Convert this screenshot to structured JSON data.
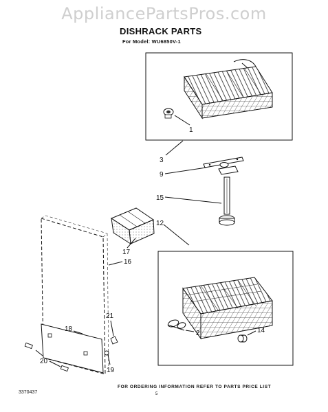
{
  "watermark": "AppliancePartsPros.com",
  "title": "DISHRACK PARTS",
  "subtitle": "For Model: WU6850V-1",
  "callouts": {
    "c1": "1",
    "c2": "2",
    "c3": "3",
    "c9": "9",
    "c12": "12",
    "c14": "14",
    "c15": "15",
    "c16": "16",
    "c17": "17",
    "c18": "18",
    "c19": "19",
    "c20": "20",
    "c21": "21"
  },
  "footer": {
    "code": "3370437",
    "note": "FOR ORDERING INFORMATION REFER TO PARTS PRICE LIST",
    "page": "5"
  }
}
